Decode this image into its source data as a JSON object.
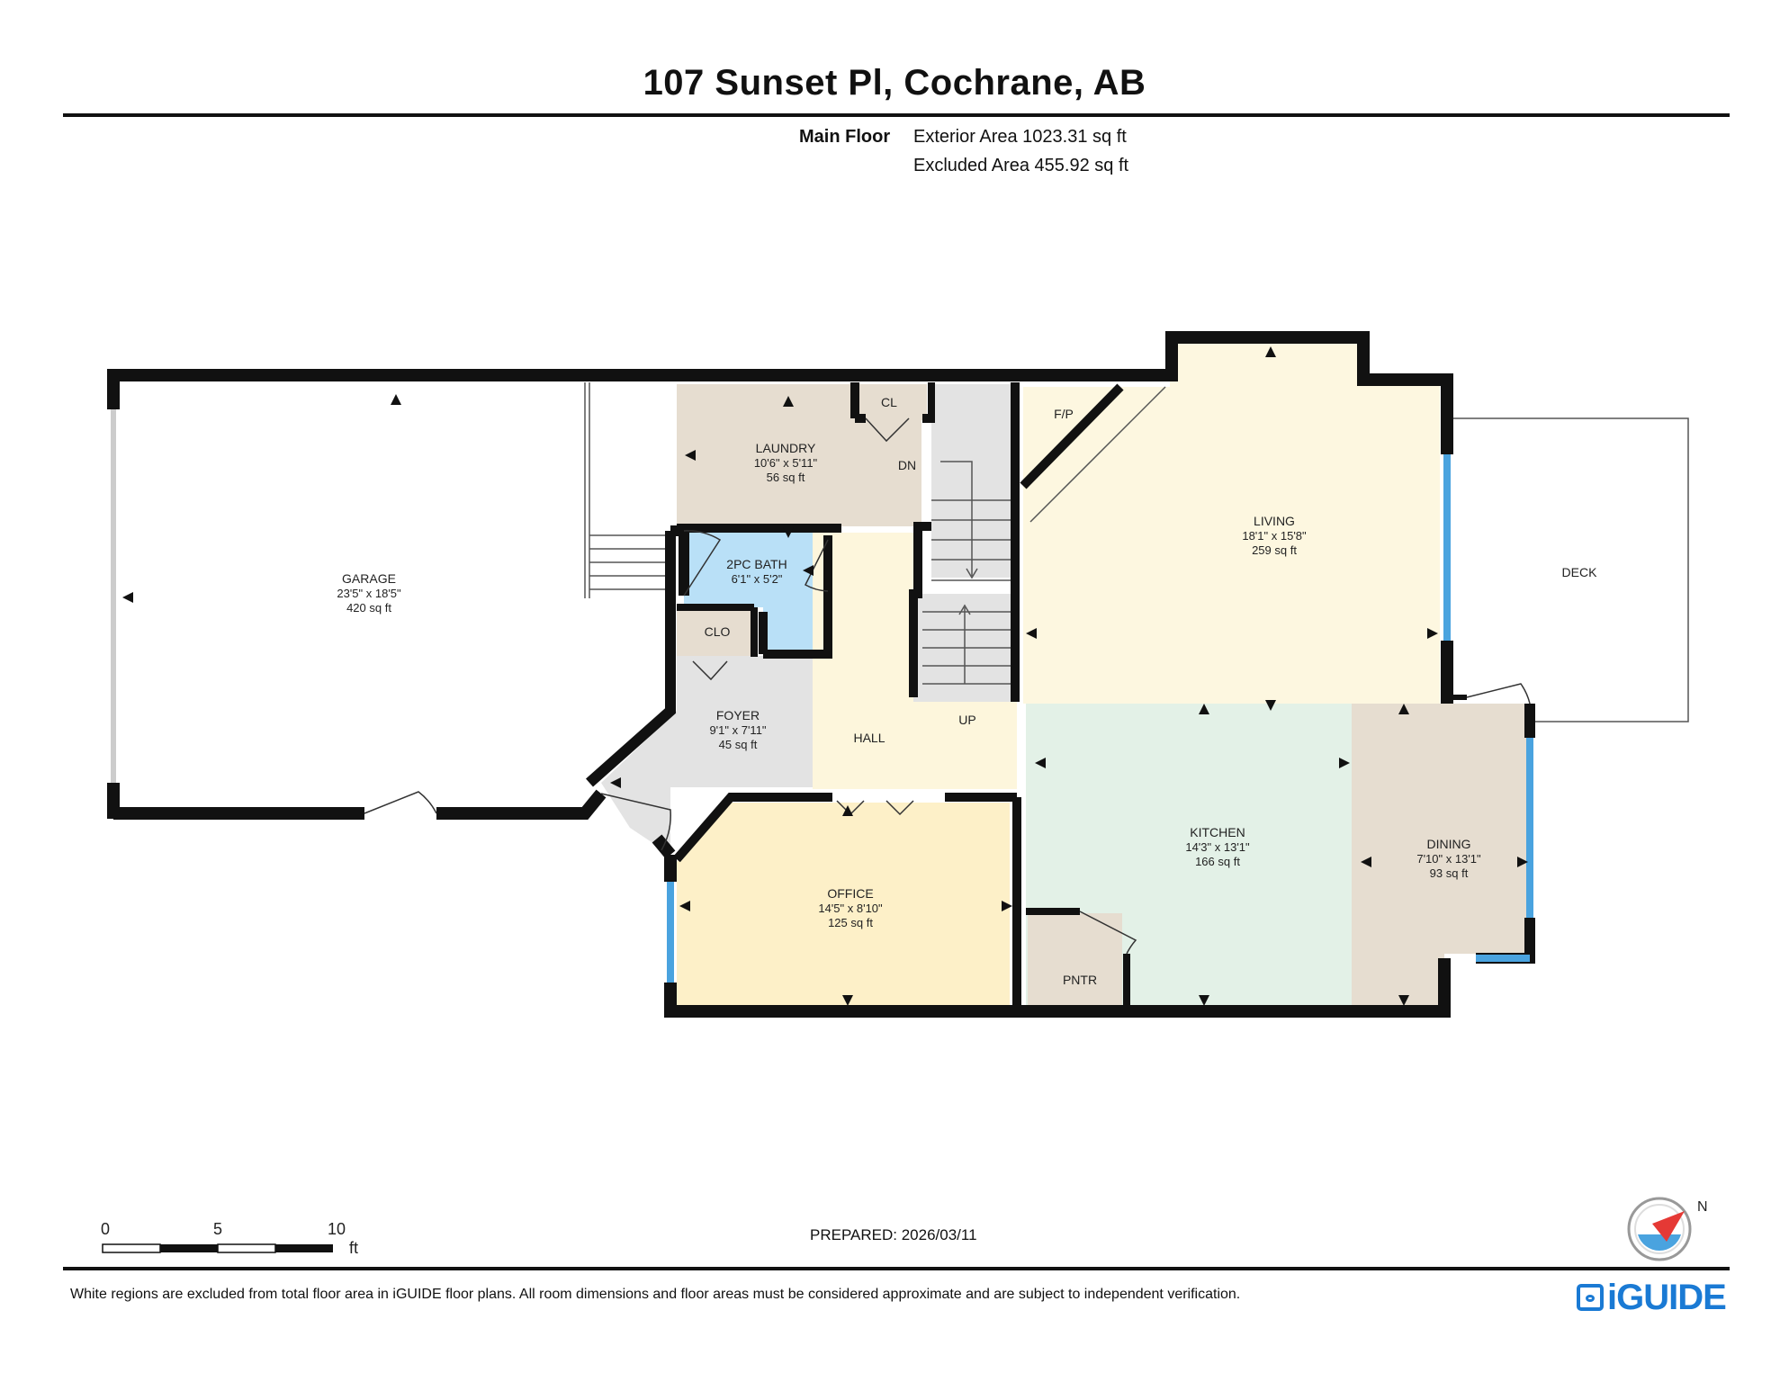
{
  "header": {
    "title": "107 Sunset Pl, Cochrane, AB",
    "floor_label": "Main Floor",
    "exterior_area": "Exterior Area 1023.31 sq ft",
    "excluded_area": "Excluded Area 455.92 sq ft"
  },
  "rooms": {
    "garage": {
      "name": "GARAGE",
      "dims": "23'5\" x 18'5\"",
      "area": "420 sq ft"
    },
    "laundry": {
      "name": "LAUNDRY",
      "dims": "10'6\" x 5'11\"",
      "area": "56 sq ft"
    },
    "cl": {
      "name": "CL"
    },
    "dn": {
      "name": "DN"
    },
    "bath": {
      "name": "2PC BATH",
      "dims": "6'1\" x 5'2\""
    },
    "clo": {
      "name": "CLO"
    },
    "foyer": {
      "name": "FOYER",
      "dims": "9'1\" x 7'11\"",
      "area": "45 sq ft"
    },
    "hall": {
      "name": "HALL"
    },
    "up": {
      "name": "UP"
    },
    "fp": {
      "name": "F/P"
    },
    "living": {
      "name": "LIVING",
      "dims": "18'1\" x 15'8\"",
      "area": "259 sq ft"
    },
    "deck": {
      "name": "DECK"
    },
    "kitchen": {
      "name": "KITCHEN",
      "dims": "14'3\" x 13'1\"",
      "area": "166 sq ft"
    },
    "dining": {
      "name": "DINING",
      "dims": "7'10\" x 13'1\"",
      "area": "93 sq ft"
    },
    "office": {
      "name": "OFFICE",
      "dims": "14'5\" x 8'10\"",
      "area": "125 sq ft"
    },
    "pantry": {
      "name": "PNTR"
    }
  },
  "colors": {
    "wall": "#111111",
    "window": "#4aa3df",
    "laundry": "#e6ddd0",
    "bath": "#b9e0f7",
    "foyer": "#e3e3e3",
    "hall": "#fdf6dc",
    "living": "#fdf7e0",
    "kitchen": "#e3f1e7",
    "dining": "#e6ddd0",
    "office": "#fdf0c8",
    "pantry": "#e6ddd0",
    "stairs": "#e3e3e3",
    "brand": "#1a7ad4"
  },
  "scale": {
    "labels": [
      "0",
      "5",
      "10"
    ],
    "unit": "ft"
  },
  "footer": {
    "prepared": "PREPARED: 2026/03/11",
    "disclaimer": "White regions are excluded from total floor area in iGUIDE floor plans. All room dimensions and floor areas must be considered approximate and are subject to independent verification.",
    "brand": "iGUIDE"
  },
  "compass": {
    "label": "N"
  }
}
